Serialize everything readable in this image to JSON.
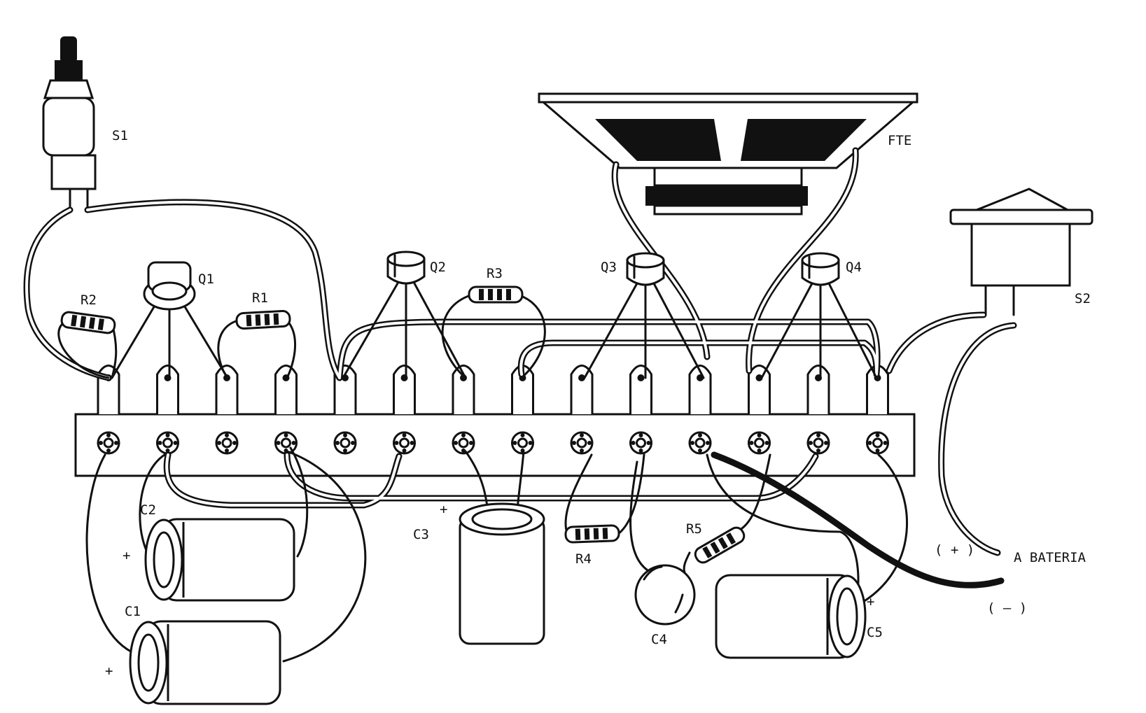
{
  "labels": {
    "s1": "S1",
    "s2": "S2",
    "fte": "FTE",
    "q1": "Q1",
    "q2": "Q2",
    "q3": "Q3",
    "q4": "Q4",
    "r1": "R1",
    "r2": "R2",
    "r3": "R3",
    "r4": "R4",
    "r5": "R5",
    "c1": "C1",
    "c2": "C2",
    "c3": "C3",
    "c4": "C4",
    "c5": "C5",
    "plus": "+",
    "plus_paren": "( + )",
    "minus_paren": "( – )",
    "battery": "A BATERIA"
  },
  "terminal_strip": {
    "lug_count": 14
  },
  "colors": {
    "ink": "#111111",
    "paper": "#ffffff"
  }
}
